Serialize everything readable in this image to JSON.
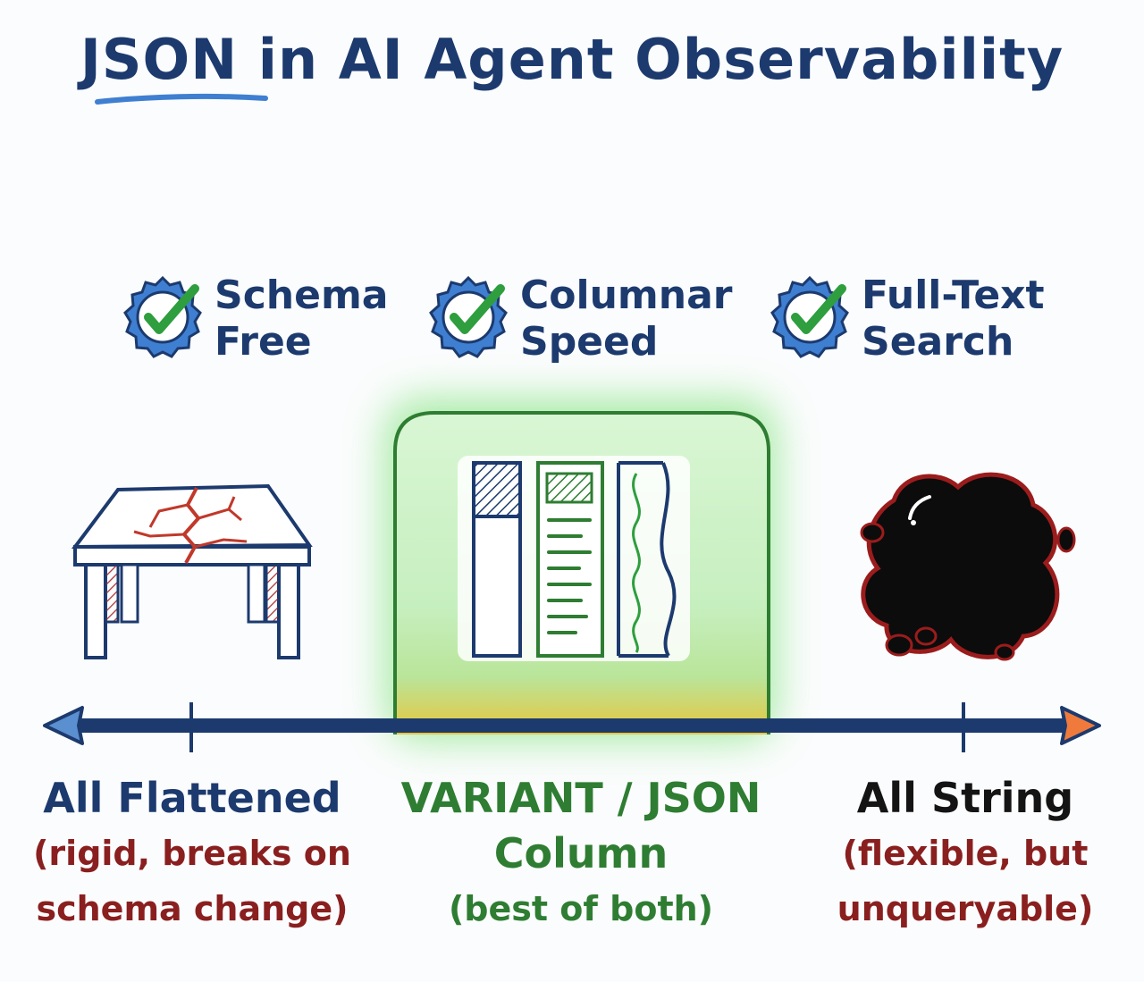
{
  "title": "JSON in AI Agent Observability",
  "features": [
    {
      "line1": "Schema",
      "line2": "Free",
      "icon": "check-badge-icon"
    },
    {
      "line1": "Columnar",
      "line2": "Speed",
      "icon": "check-badge-icon"
    },
    {
      "line1": "Full-Text",
      "line2": "Search",
      "icon": "check-badge-icon"
    }
  ],
  "spectrum": {
    "left": {
      "label": "All Flattened",
      "note_line1": "(rigid, breaks on",
      "note_line2": "schema change)",
      "icon": "broken-table-icon"
    },
    "center": {
      "label_line1": "VARIANT / JSON",
      "label_line2": "Column",
      "note": "(best of both)",
      "icon": "column-storage-icon"
    },
    "right": {
      "label": "All String",
      "note_line1": "(flexible, but",
      "note_line2": "unqueryable)",
      "icon": "ink-blob-icon"
    }
  },
  "colors": {
    "navy": "#1c3a6e",
    "green": "#2e7d32",
    "dark_red": "#8a1f1f",
    "badge_blue": "#3f7fd1",
    "check_green": "#2e9e3e",
    "arrow_left": "#5a8fd0",
    "arrow_right": "#f07a3c",
    "glow_green": "#8ee68a",
    "glow_yellow": "#e8c53a"
  }
}
